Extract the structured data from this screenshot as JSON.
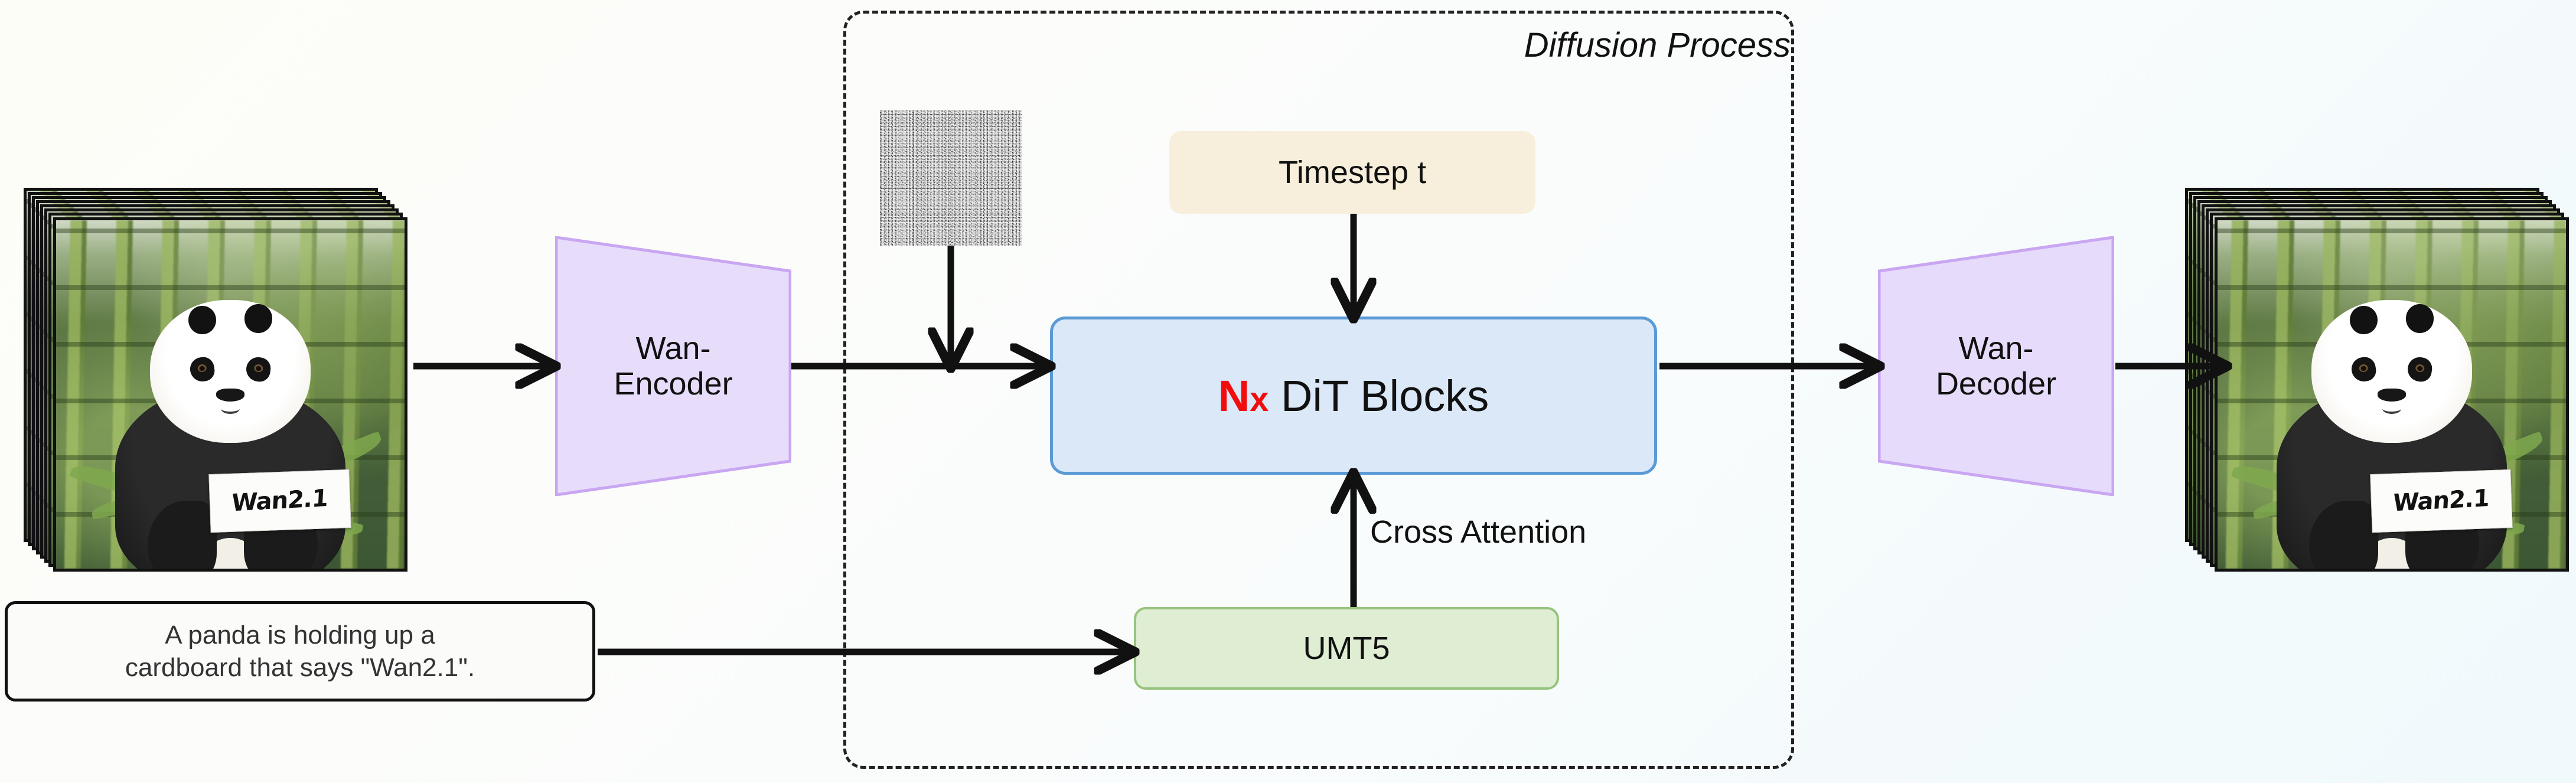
{
  "diagram": {
    "title": "Wan2.1 Text-to-Video Diffusion Pipeline",
    "container_label": "Diffusion Process"
  },
  "input": {
    "stack_name": "Input video frames",
    "sign_text": "Wan2.1",
    "frame_count": 8
  },
  "output": {
    "stack_name": "Generated video frames",
    "sign_text": "Wan2.1",
    "frame_count": 8
  },
  "prompt": {
    "line1": "A panda is holding up a",
    "line2": "cardboard that says \"Wan2.1\"."
  },
  "blocks": {
    "encoder": {
      "line1": "Wan-",
      "line2": "Encoder"
    },
    "decoder": {
      "line1": "Wan-",
      "line2": "Decoder"
    },
    "timestep": {
      "label": "Timestep t"
    },
    "dit": {
      "repeat": "N",
      "times": "x",
      "label": "DiT Blocks"
    },
    "text_encoder": {
      "label": "UMT5"
    },
    "noise": {
      "label": "gaussian-noise-latent"
    }
  },
  "edges": {
    "cross_attention": "Cross Attention"
  },
  "colors": {
    "dit_fill": "#dae8f8",
    "dit_border": "#5b9bd5",
    "timestep_fill": "#f8eedc",
    "umt5_fill": "#dfedd2",
    "umt5_border": "#96c47e",
    "vae_fill": "#e7ddfb",
    "vae_border": "#c9a6f2",
    "accent_red": "#f20d0d",
    "arrow": "#111111",
    "background_start": "#fdfdf8",
    "background_end": "#f0f9fc"
  }
}
